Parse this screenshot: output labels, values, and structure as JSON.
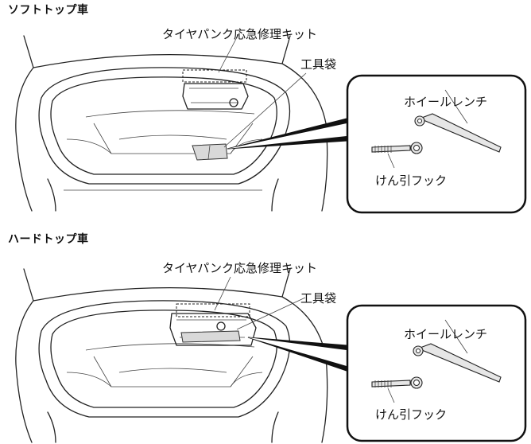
{
  "sections": [
    {
      "heading": "ソフトトップ車",
      "labels": {
        "repair_kit": "タイヤパンク応急修理キット",
        "tool_bag": "工具袋",
        "lug_wrench": "ホイールレンチ",
        "tow_hook": "けん引フック"
      }
    },
    {
      "heading": "ハードトップ車",
      "labels": {
        "repair_kit": "タイヤパンク応急修理キット",
        "tool_bag": "工具袋",
        "lug_wrench": "ホイールレンチ",
        "tow_hook": "けん引フック"
      }
    }
  ]
}
